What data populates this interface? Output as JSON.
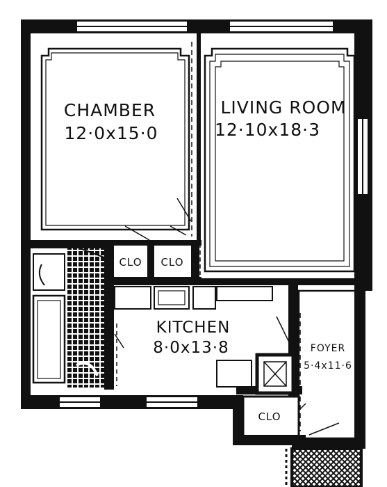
{
  "colors": {
    "wall": "#111111",
    "paper": "#ffffff"
  },
  "rooms": {
    "chamber": {
      "name": "CHAMBER",
      "dims": "12·0x15·0"
    },
    "living": {
      "name": "LIVING ROOM",
      "dims": "12·10x18·3"
    },
    "kitchen": {
      "name": "KITCHEN",
      "dims": "8·0x13·8"
    },
    "foyer": {
      "name": "FOYER",
      "dims": "5·4x11·6"
    },
    "closet_1": {
      "name": "CLO"
    },
    "closet_2": {
      "name": "CLO"
    },
    "closet_3": {
      "name": "CLO"
    }
  }
}
